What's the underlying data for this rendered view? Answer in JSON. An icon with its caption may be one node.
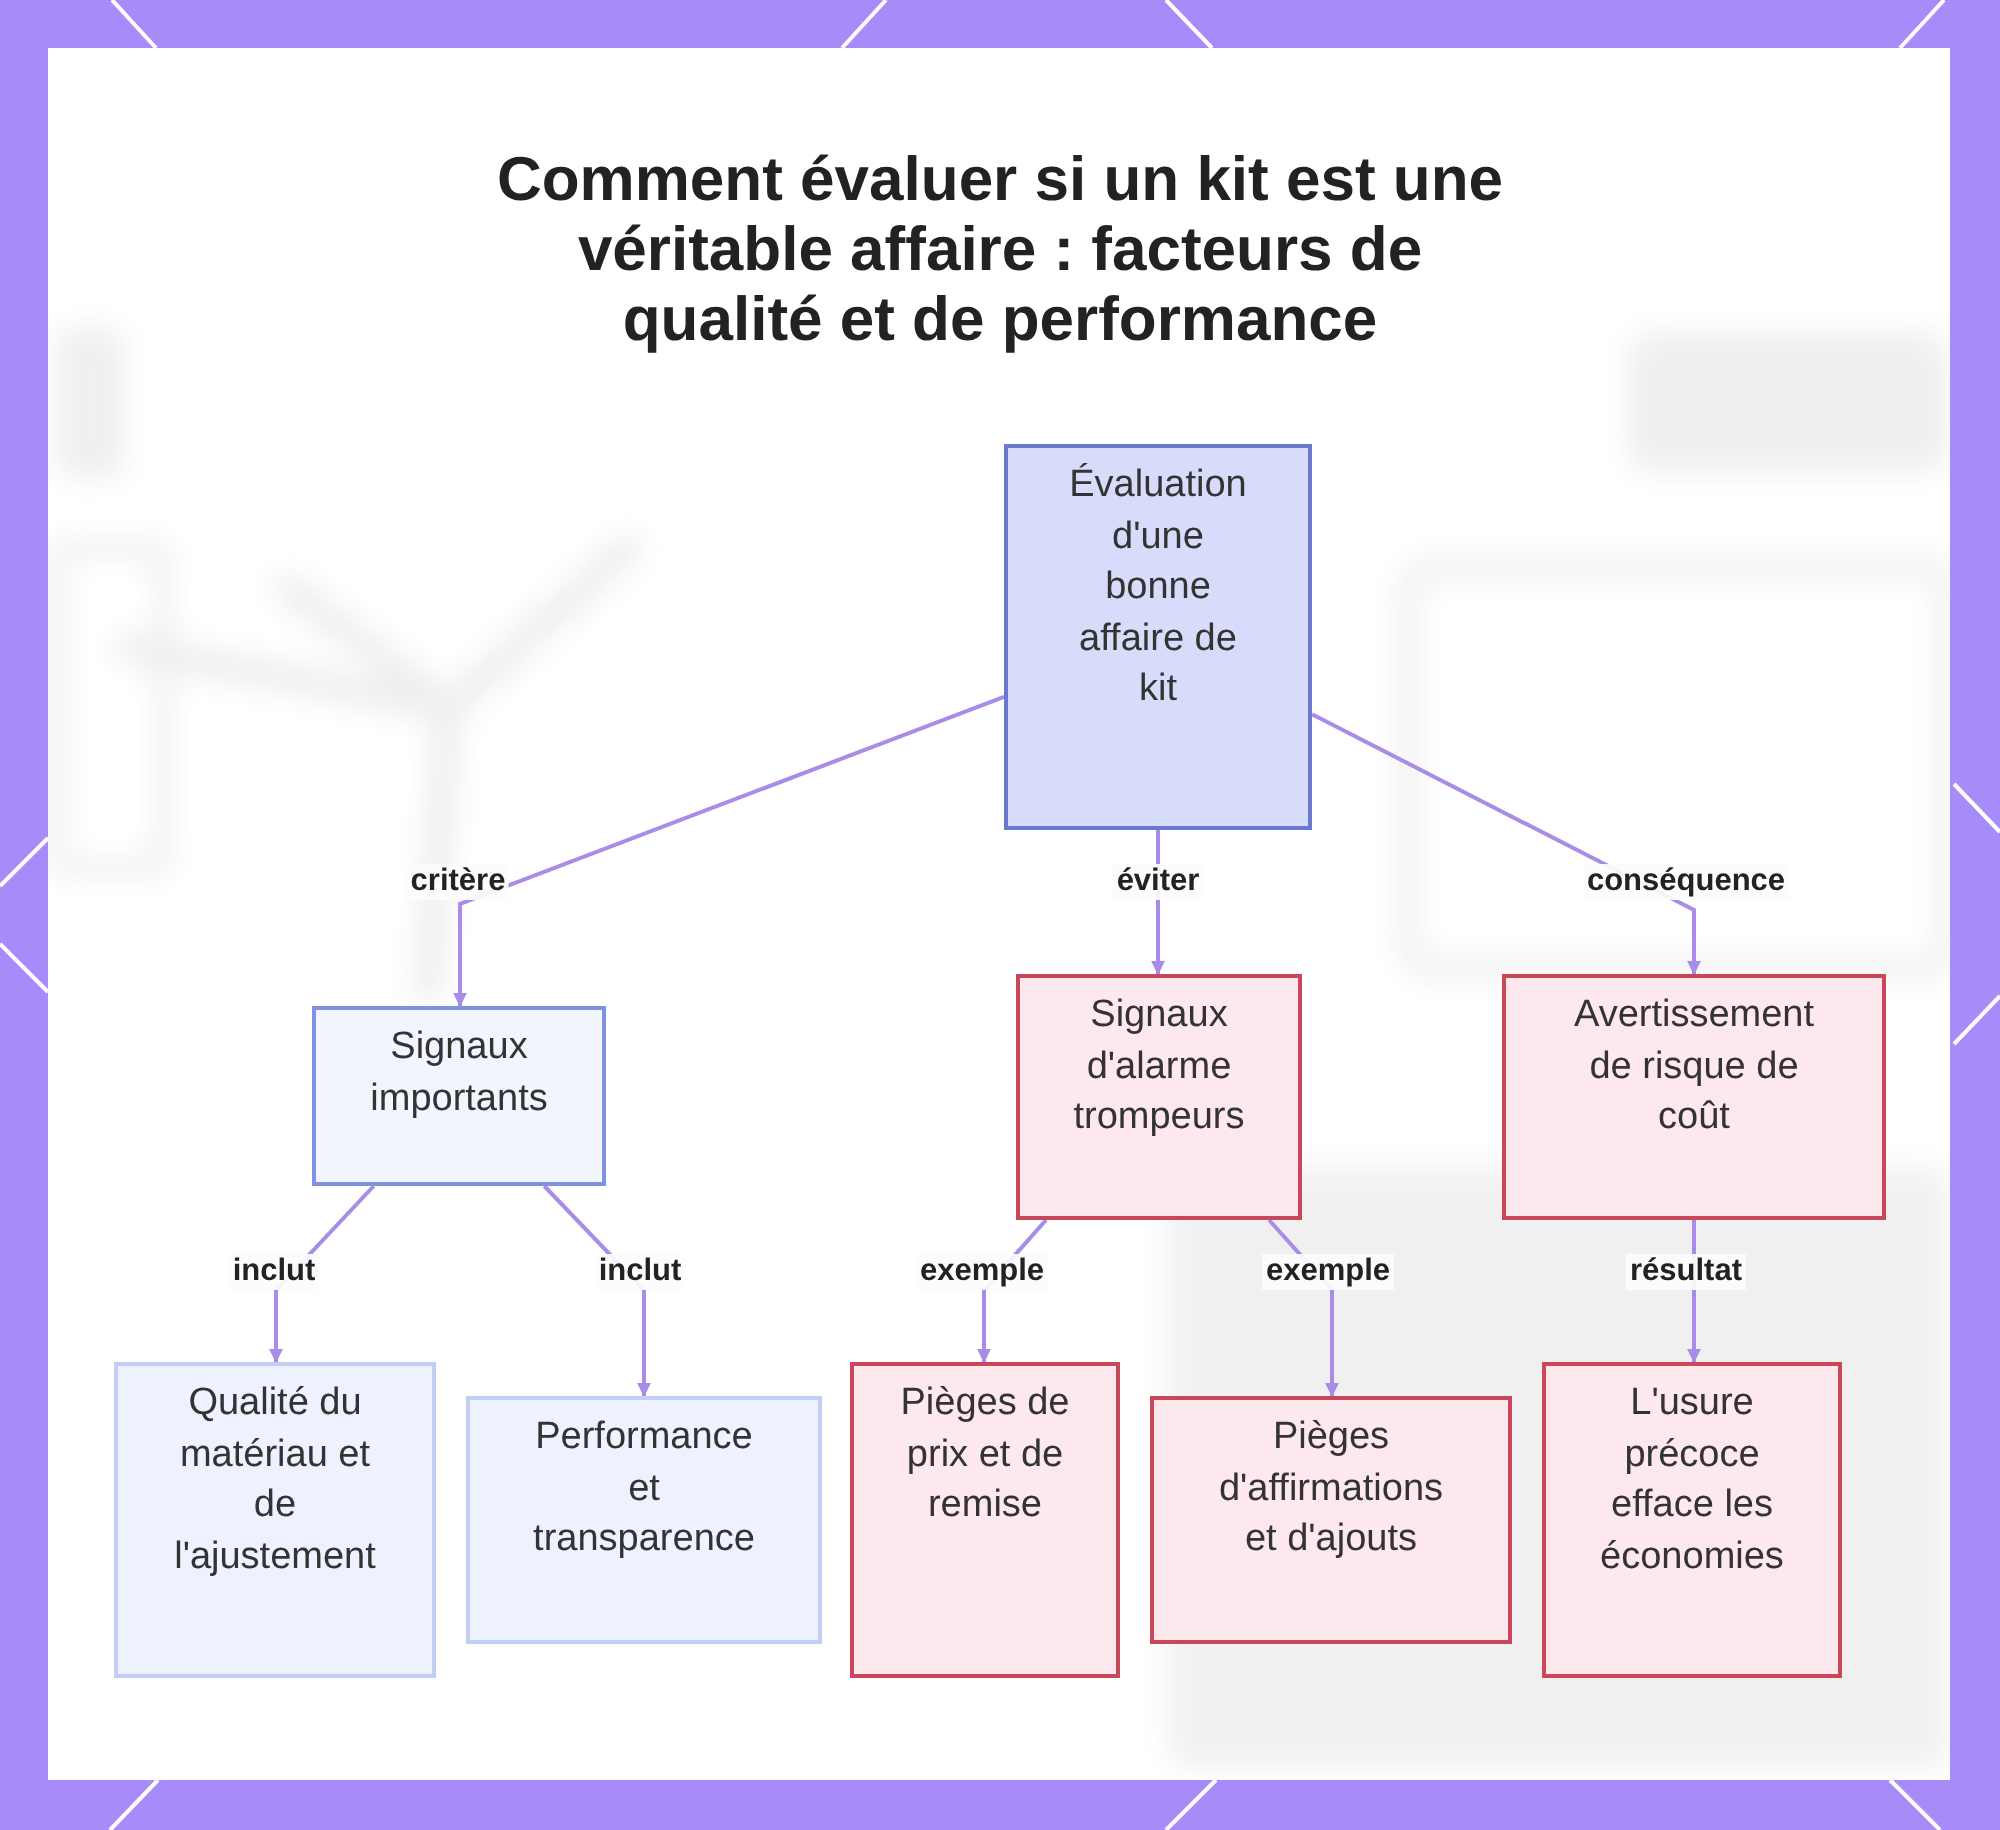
{
  "diagram": {
    "title": "Comment évaluer si un kit est une véritable affaire : facteurs de qualité et de performance",
    "nodes": [
      {
        "text": [
          "Évaluation d'une bonne affaire de kit"
        ]
      },
      {
        "text": [
          "Signaux importants"
        ]
      },
      {
        "text": [
          "Signaux d'alarme trompeurs"
        ]
      },
      {
        "text": [
          "Avertissement de risque de coût"
        ]
      },
      {
        "text": [
          "Qualité du matériau et de l'ajustement"
        ]
      },
      {
        "text": [
          "Performance et transparence"
        ]
      },
      {
        "text": [
          "Pièges de prix et de remise"
        ]
      },
      {
        "text": [
          "Pièges d'affirmations et d'ajouts"
        ]
      },
      {
        "text": [
          "L'usure précoce efface les économies"
        ]
      }
    ],
    "edges": [
      {
        "from": 0,
        "to": 1,
        "arrow": "to",
        "label": "critère"
      },
      {
        "from": 0,
        "to": 2,
        "arrow": "to",
        "label": "éviter"
      },
      {
        "from": 0,
        "to": 3,
        "arrow": "to",
        "label": "conséquence"
      },
      {
        "from": 1,
        "to": 4,
        "arrow": "to",
        "label": "inclut"
      },
      {
        "from": 1,
        "to": 5,
        "arrow": "to",
        "label": "inclut"
      },
      {
        "from": 2,
        "to": 6,
        "arrow": "to",
        "label": "exemple"
      },
      {
        "from": 2,
        "to": 7,
        "arrow": "to",
        "label": "exemple"
      },
      {
        "from": 3,
        "to": 8,
        "arrow": "to",
        "label": "résultat"
      }
    ]
  }
}
